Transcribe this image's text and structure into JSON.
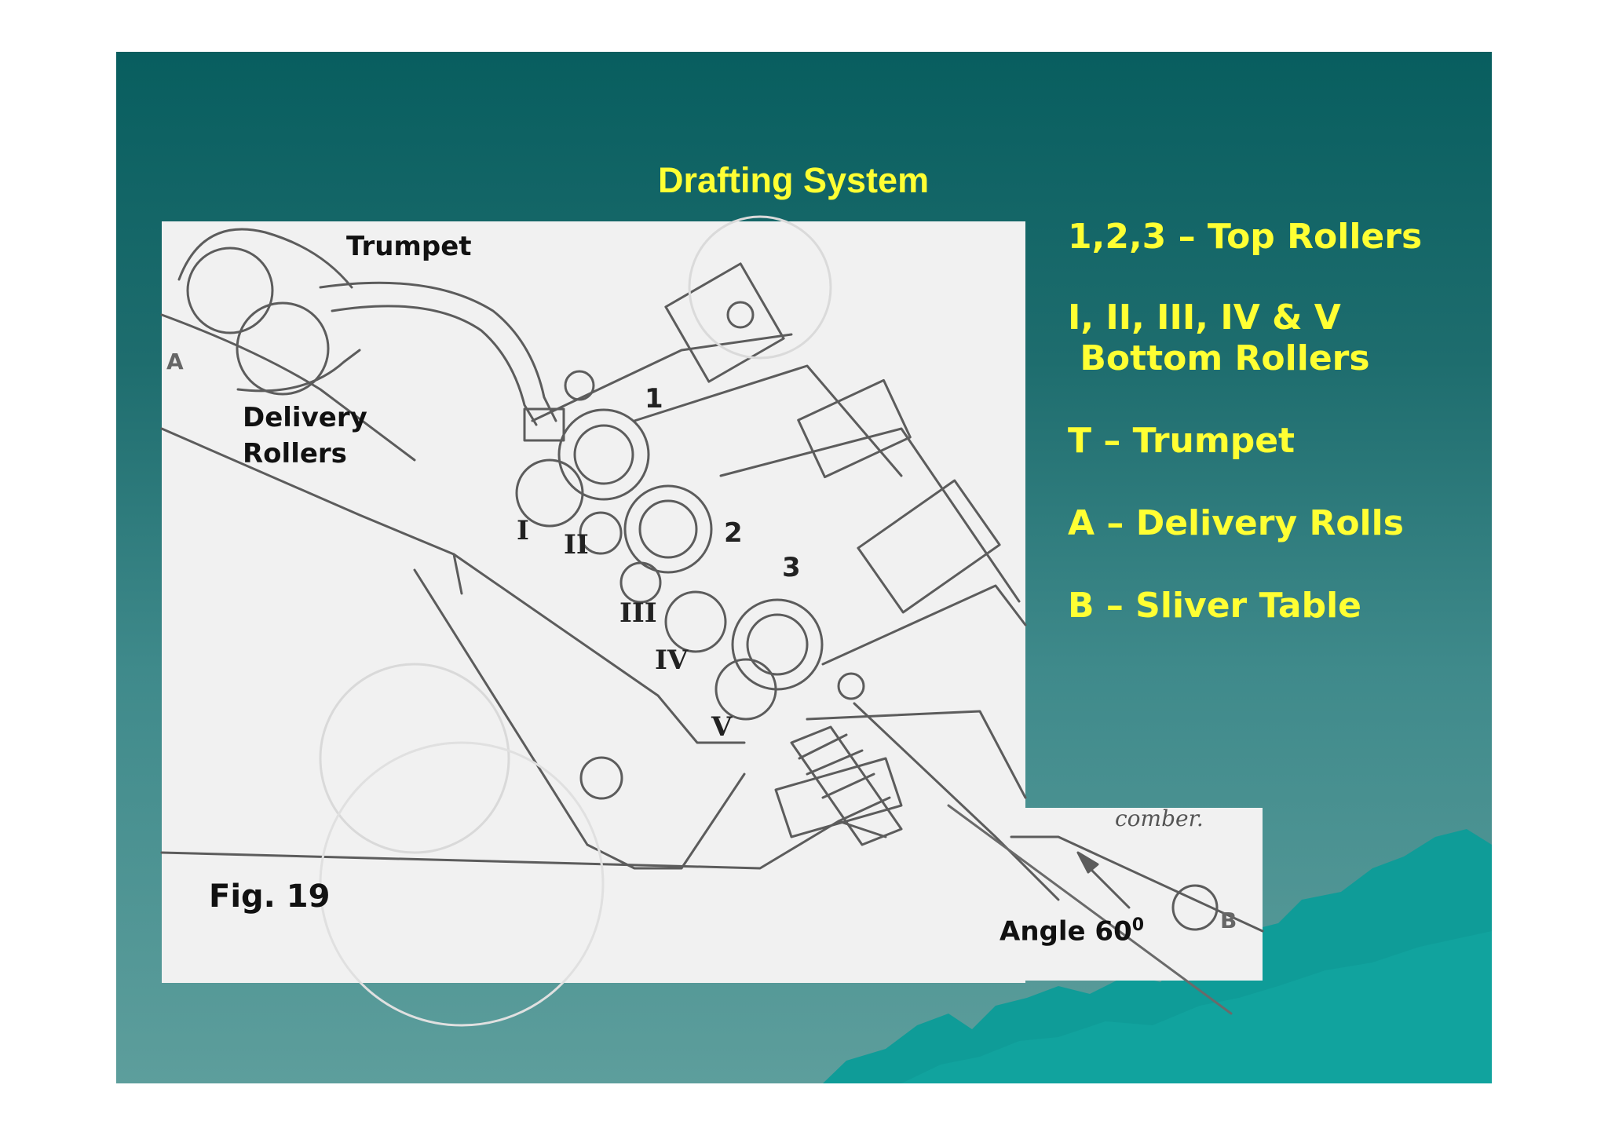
{
  "title": "Drafting System",
  "legend": [
    "1,2,3 – Top Rollers",
    "I, II, III, IV & V",
    " Bottom Rollers",
    "T – Trumpet",
    "A – Delivery Rolls",
    "B – Sliver Table"
  ],
  "figure": {
    "trumpet_label": "Trumpet",
    "delivery_label_line1": "Delivery",
    "delivery_label_line2": "Rollers",
    "fig_label": "Fig. 19",
    "angle_label": "Angle 60",
    "angle_sup": "0",
    "comber_text": "comber.",
    "letter_a": "A",
    "letter_b": "B",
    "top_roller_numbers": [
      "1",
      "2",
      "3"
    ],
    "bottom_roller_numbers": [
      "I",
      "II",
      "III",
      "IV",
      "V"
    ]
  },
  "colors": {
    "accent_text": "#ffff33",
    "slide_top": "#085e5f",
    "slide_bottom": "#5d9e9c",
    "mountain": "#0f9c98"
  }
}
